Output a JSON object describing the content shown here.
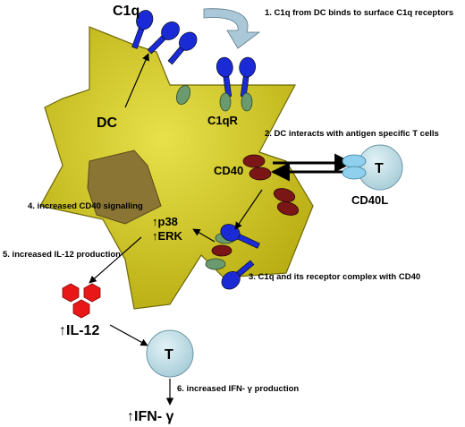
{
  "labels": {
    "c1q": "C1q",
    "dc": "DC",
    "c1qr": "C1qR",
    "cd40": "CD40",
    "cd40l": "CD40L",
    "t_top": "T",
    "t_bottom": "T",
    "p38": "↑p38",
    "erk": "↑ERK",
    "il12": "↑IL-12",
    "ifn": "↑IFN- γ"
  },
  "steps": {
    "step1": "1. C1q from DC binds to surface C1q receptors",
    "step2": "2. DC interacts with antigen specific T cells",
    "step3": "3. C1q and its receptor complex with CD40",
    "step4": "4. increased CD40 signalling",
    "step5": "5. increased IL-12 production",
    "step6": "6. increased IFN- γ production"
  },
  "colors": {
    "cell_fill": "#c9bf1a",
    "nucleus_fill": "#8b7535",
    "c1q_blue": "#1a2bd6",
    "receptor_green": "#6a9a6e",
    "cd40_red": "#7a1616",
    "tcell_fill": "#b9dde6",
    "cd40l_blue": "#8fd0ee",
    "il12_red": "#e81818",
    "curved_arrow": "#aac8d8"
  }
}
